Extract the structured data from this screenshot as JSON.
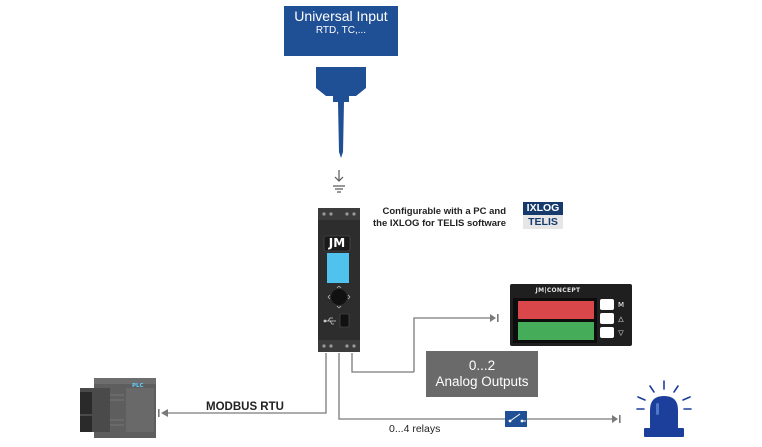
{
  "universal_input": {
    "title": "Universal Input",
    "subtitle": "RTD, TC,..."
  },
  "device": {
    "logo": "JM"
  },
  "configuration": {
    "line1": "Configurable with a PC and",
    "line2": "the IXLOG for TELIS software",
    "badge_top": "IXLOG",
    "badge_bottom": "TELIS"
  },
  "panel_meter": {
    "brand": "JM|CONCEPT",
    "button_m": "M",
    "button_up": "△",
    "button_down": "▽"
  },
  "analog_outputs": {
    "line1": "0...2",
    "line2": "Analog Outputs"
  },
  "plc": {
    "label": "PLC"
  },
  "links": {
    "modbus": "MODBUS RTU",
    "relays": "0...4 relays"
  },
  "colors": {
    "brand_blue": "#1f4f94",
    "line_gray": "#777777",
    "alarm_blue": "#1b3f9a",
    "red_display": "#d9474a",
    "green_display": "#45ad5a"
  },
  "icons": [
    "probe-connector-icon",
    "ground-icon",
    "usb-icon",
    "arrow-icon",
    "relay-switch-icon",
    "beacon-icon",
    "plc-icon"
  ]
}
